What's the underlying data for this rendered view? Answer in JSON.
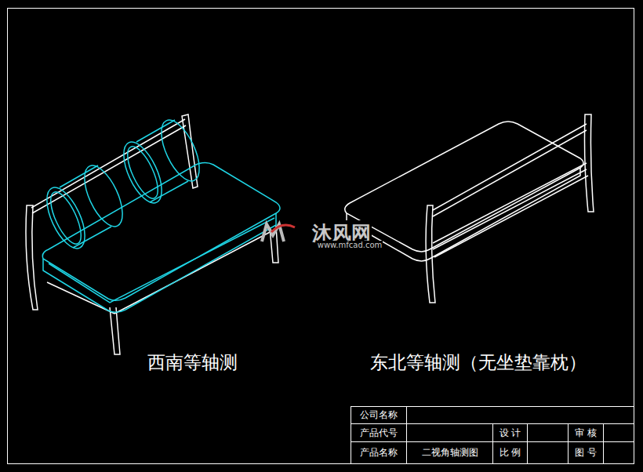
{
  "diagram": {
    "labels": [
      "西南等轴测",
      "东北等轴测（无坐垫靠枕）",
      "公司名称",
      "产品代号",
      "设 计",
      "审 核",
      "产品名称",
      "二视角轴测图",
      "比 例",
      "图 号",
      "沐风网",
      "www.mfcad.com"
    ]
  }
}
